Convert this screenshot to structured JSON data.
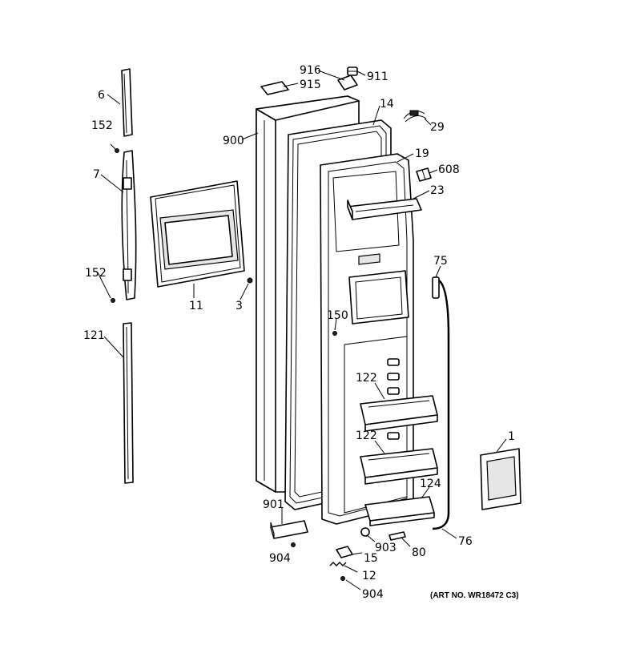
{
  "callouts": {
    "c916": "916",
    "c911": "911",
    "c915": "915",
    "c14": "14",
    "c29": "29",
    "c900": "900",
    "c19": "19",
    "c608": "608",
    "c23": "23",
    "c6": "6",
    "c152a": "152",
    "c7": "7",
    "c152b": "152",
    "c11": "11",
    "c3": "3",
    "c75": "75",
    "c150": "150",
    "c121": "121",
    "c122a": "122",
    "c122b": "122",
    "c1": "1",
    "c124": "124",
    "c901": "901",
    "c76": "76",
    "c903": "903",
    "c80": "80",
    "c904a": "904",
    "c15": "15",
    "c12": "12",
    "c904b": "904"
  },
  "art_number": "(ART NO. WR18472 C3)"
}
